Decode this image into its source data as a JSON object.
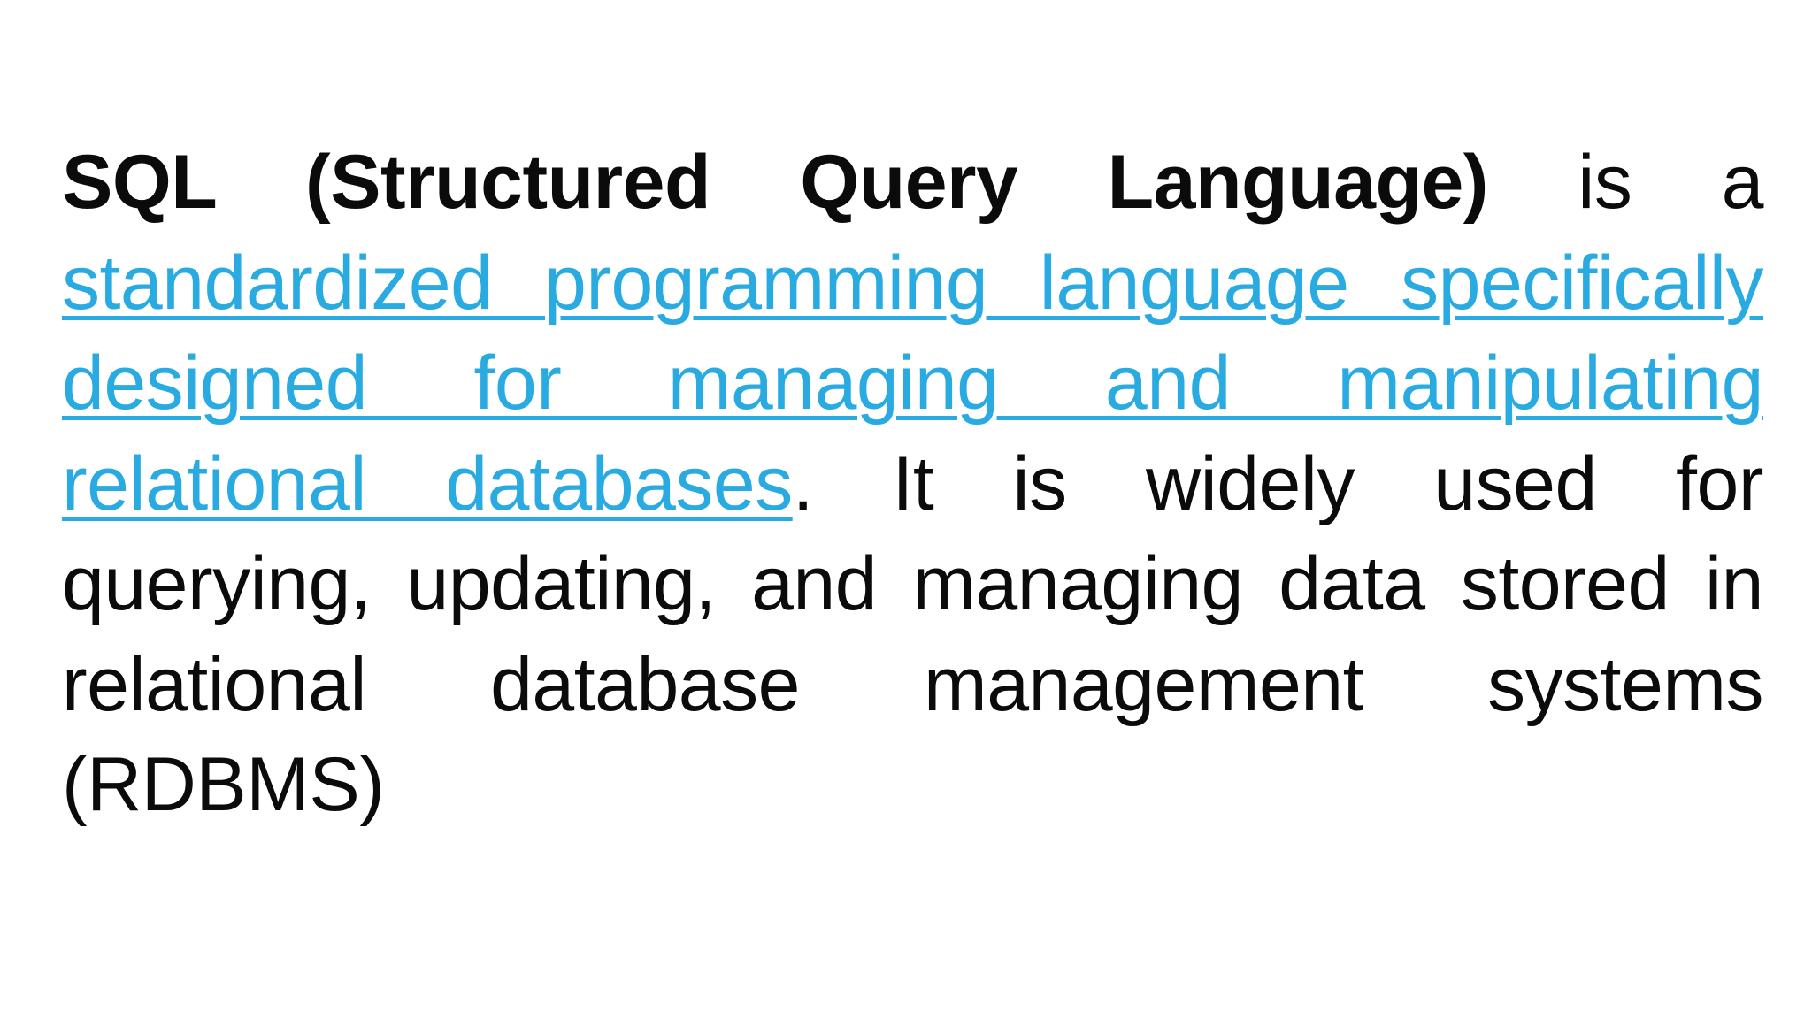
{
  "page": {
    "background": "#ffffff"
  },
  "colors": {
    "body_text": "#0b0b0b",
    "link_blue": "#29abe2"
  },
  "paragraph": {
    "full_text": "SQL (Structured Query Language) is a standardized programming language specifically designed for managing and manipulating relational databases. It is widely used for querying, updating, and managing data stored in relational database management systems (RDBMS)",
    "link_text": "standardized programming language specifically designed for managing and manipulating relational databases",
    "lines": [
      {
        "align": "justify",
        "segments": [
          {
            "style": "bold",
            "text": "SQL (Structured Query Language)"
          },
          {
            "style": "normal",
            "text": " is a"
          }
        ]
      },
      {
        "align": "justify",
        "segments": [
          {
            "style": "link",
            "text": "standardized programming language specifically"
          }
        ]
      },
      {
        "align": "justify",
        "segments": [
          {
            "style": "link",
            "text": "designed for managing and manipulating"
          }
        ]
      },
      {
        "align": "justify",
        "segments": [
          {
            "style": "link",
            "text": "relational databases"
          },
          {
            "style": "normal",
            "text": ". It is widely used for"
          }
        ]
      },
      {
        "align": "justify",
        "segments": [
          {
            "style": "normal",
            "text": "querying, updating, and managing data stored in"
          }
        ]
      },
      {
        "align": "justify",
        "segments": [
          {
            "style": "normal",
            "text": "relational database management systems"
          }
        ]
      },
      {
        "align": "left",
        "segments": [
          {
            "style": "normal",
            "text": "(RDBMS)"
          }
        ]
      }
    ]
  }
}
